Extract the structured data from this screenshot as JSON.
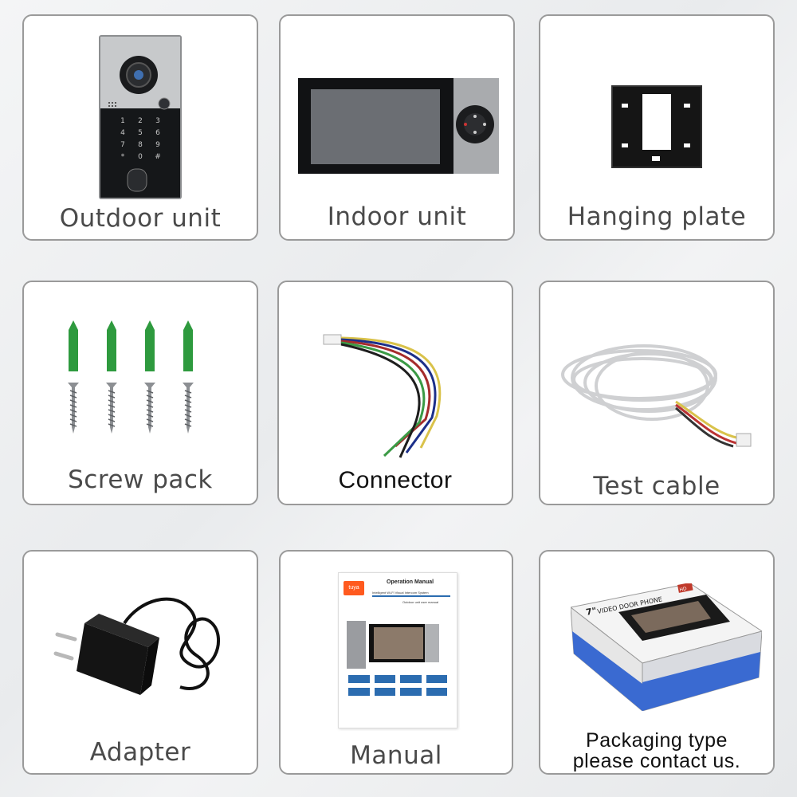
{
  "items": [
    {
      "label": "Outdoor unit"
    },
    {
      "label": "Indoor unit"
    },
    {
      "label": "Hanging plate"
    },
    {
      "label": "Screw pack"
    },
    {
      "label": "Connector"
    },
    {
      "label": "Test cable"
    },
    {
      "label": "Adapter"
    },
    {
      "label": "Manual"
    },
    {
      "label_line1": "Packaging type",
      "label_line2": "please contact us."
    }
  ],
  "keypad": [
    "1",
    "2",
    "3",
    "4",
    "5",
    "6",
    "7",
    "8",
    "9",
    "*",
    "0",
    "#"
  ],
  "manual": {
    "title": "Operation Manual",
    "subtitle": "Intelligent Wi-Fi Visual Intercom System",
    "subtitle2": "Outdoor unit user manual",
    "brand": "tuya"
  },
  "box": {
    "size": "7\"",
    "title": "VIDEO DOOR PHONE",
    "badge": "HD"
  },
  "colors": {
    "card_border": "#9a9a9a",
    "label_text": "#4a4a4a",
    "anchor_green": "#2e9a3e"
  }
}
